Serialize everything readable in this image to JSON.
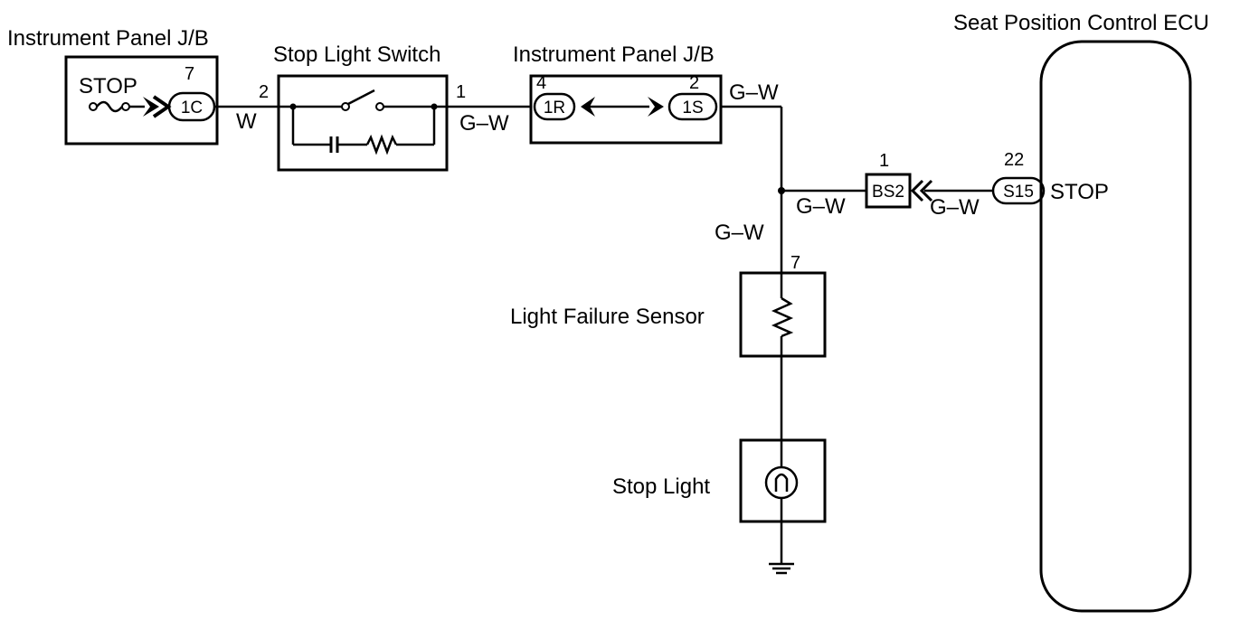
{
  "components": {
    "jb_left": {
      "title": "Instrument Panel J/B",
      "fuse_label": "STOP",
      "connector": "1C",
      "pin": "7"
    },
    "switch": {
      "title": "Stop Light Switch",
      "pin_in": "2",
      "pin_out": "1"
    },
    "jb_right": {
      "title": "Instrument Panel J/B",
      "connector_in": "1R",
      "pin_in": "4",
      "connector_out": "1S",
      "pin_out": "2"
    },
    "ecu": {
      "title": "Seat Position Control ECU",
      "terminal": "STOP",
      "connector": "S15",
      "pin": "22"
    },
    "junction": {
      "connector": "BS2",
      "pin": "1"
    },
    "sensor": {
      "title": "Light Failure Sensor",
      "pin": "7"
    },
    "light": {
      "title": "Stop Light"
    }
  },
  "wires": {
    "w1": "W",
    "w2": "G–W",
    "w3": "G–W",
    "w4": "G–W",
    "w5": "G–W",
    "w6": "G–W"
  }
}
